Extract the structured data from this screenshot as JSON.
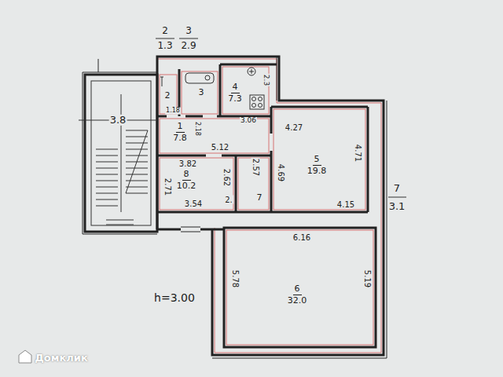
{
  "diagram": {
    "nodes": [
      {
        "text": [
          "2"
        ]
      },
      {
        "text": [
          "3"
        ]
      },
      {
        "text": [
          "4",
          "7.3"
        ]
      },
      {
        "text": [
          "1",
          "7.8"
        ]
      },
      {
        "text": [
          "5",
          "19.8"
        ]
      },
      {
        "text": [
          "8",
          "10.2"
        ]
      },
      {
        "text": [
          "6",
          "32.0"
        ]
      }
    ],
    "labels": [
      "2",
      "1.3",
      "3",
      "2.9",
      "3.8",
      "1.18",
      "2.3",
      "3.06",
      "2.18",
      "5.12",
      "4.27",
      "4.71",
      "4.69",
      "3.82",
      "2.71",
      "2.62",
      "2.57",
      "2.",
      "7",
      "3.54",
      "4.15",
      "7",
      "3.1",
      "6.16",
      "5.78",
      "5.19",
      "h=3.00",
      "Домклик"
    ]
  }
}
